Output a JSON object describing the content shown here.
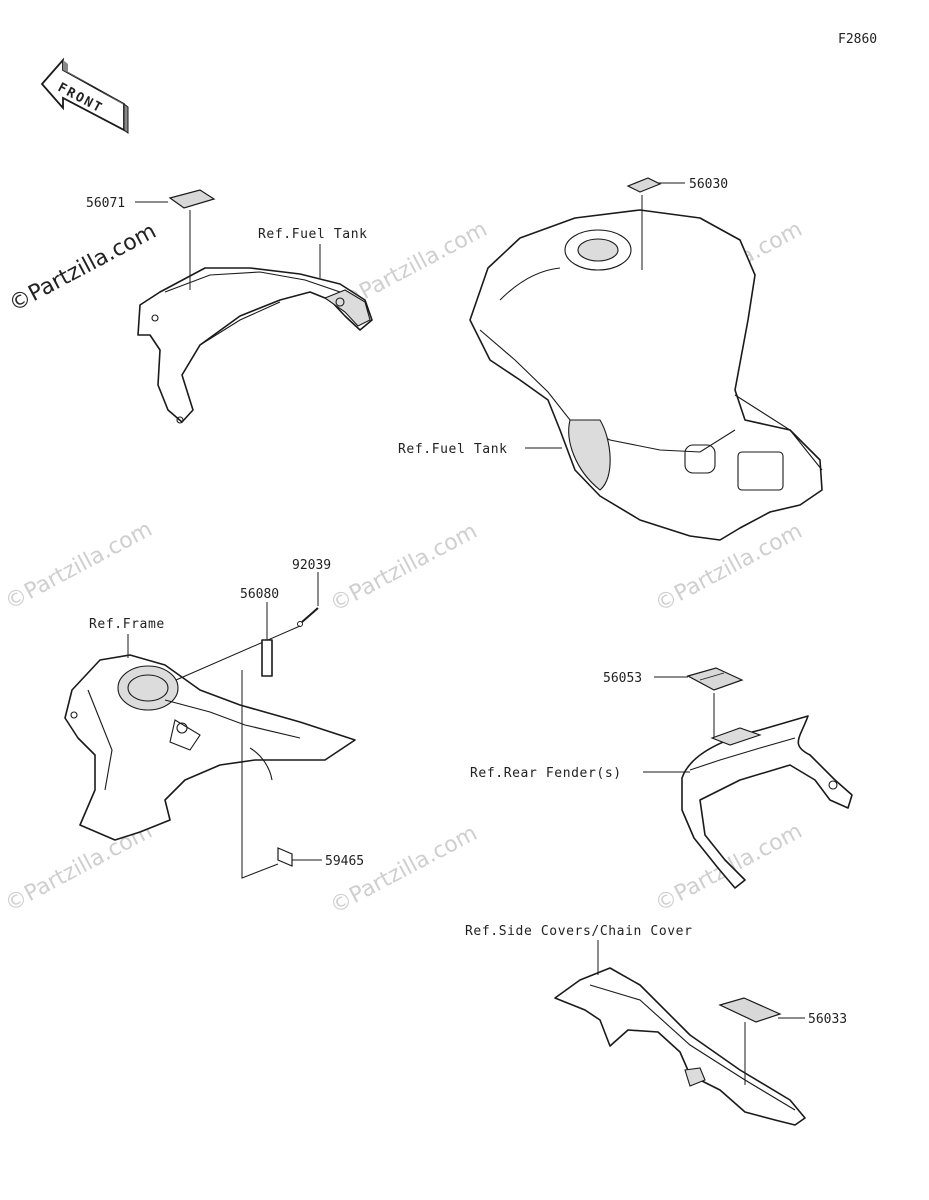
{
  "figure_code": "F2860",
  "front_badge": "FRONT",
  "watermark": "Partzilla.com",
  "watermark_symbol": "©",
  "parts": {
    "p56071": "56071",
    "p56030": "56030",
    "p92039": "92039",
    "p56080": "56080",
    "p59465": "59465",
    "p56053": "56053",
    "p56033": "56033"
  },
  "refs": {
    "fuel_tank_1": "Ref.Fuel Tank",
    "fuel_tank_2": "Ref.Fuel Tank",
    "frame": "Ref.Frame",
    "rear_fender": "Ref.Rear Fender(s)",
    "side_covers": "Ref.Side Covers/Chain Cover"
  }
}
